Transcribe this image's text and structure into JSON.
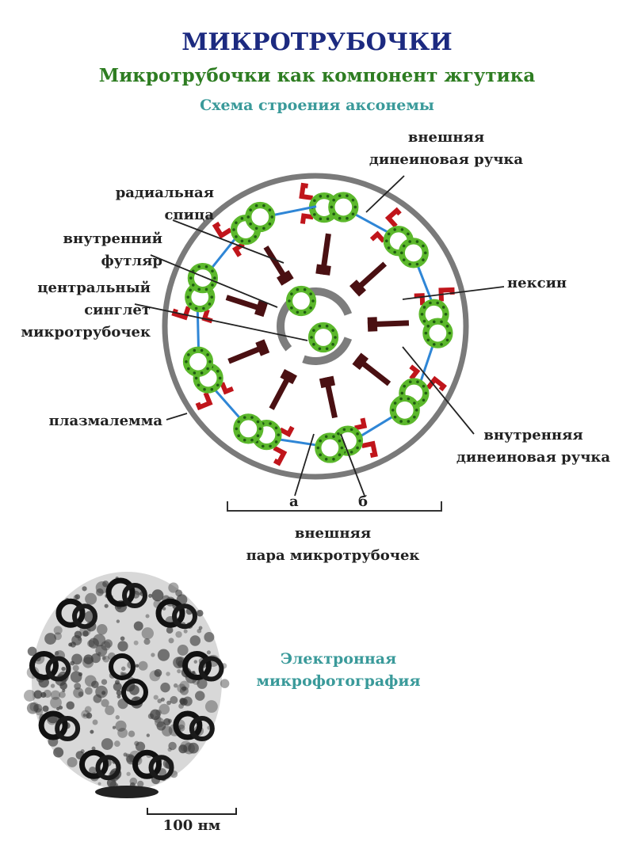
{
  "title": "МИКРОТРУБОЧКИ",
  "subtitle": "Микротрубочки как компонент жгутика",
  "scheme_title": "Схема строения аксонемы",
  "labels": {
    "outer_dynein": [
      "внешняя",
      "динеиновая ручка"
    ],
    "radial_spoke": [
      "радиальная",
      "спица"
    ],
    "inner_sheath": [
      "внутренний",
      "футляр"
    ],
    "central_singlet": [
      "центральный",
      "синглет",
      "микротрубочек"
    ],
    "nexin": "нексин",
    "plasmalemma": "плазмалемма",
    "inner_dynein": [
      "внутренняя",
      "динеиновая ручка"
    ],
    "tubule_a": "а",
    "tubule_b": "б",
    "outer_pair": [
      "внешняя",
      "пара микротрубочек"
    ]
  },
  "micrograph": {
    "caption": [
      "Электронная",
      "микрофотография"
    ],
    "scale_bar": "100 нм"
  },
  "colors": {
    "title": "#1c2a80",
    "subtitle": "#2e7d22",
    "caption": "#3a9a9a",
    "membrane": "#7a7a7a",
    "microtubule": "#5cb82c",
    "dynein": "#c0151b",
    "spoke": "#4a1012",
    "nexin": "#2f86d6",
    "sheath": "#7d7d7d"
  }
}
